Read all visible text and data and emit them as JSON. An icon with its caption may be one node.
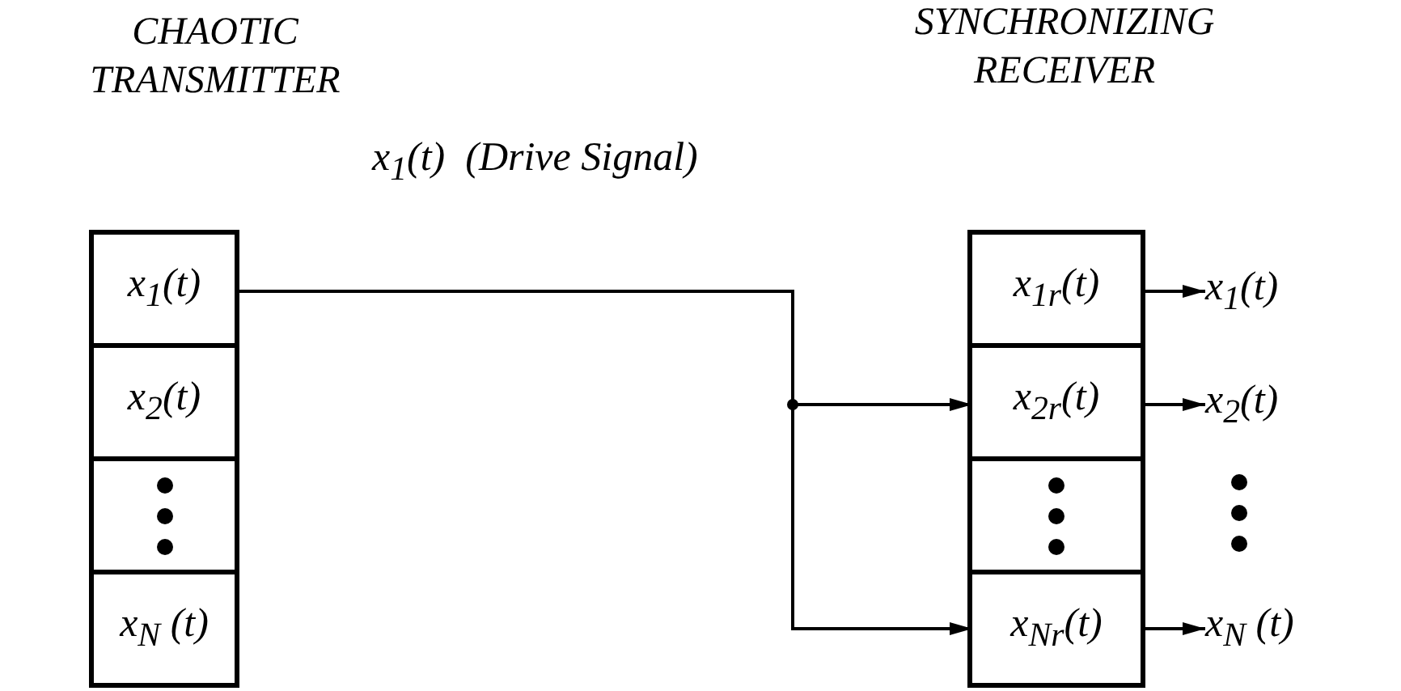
{
  "diagram": {
    "nodes": [
      {
        "text": [
          "CHAOTIC TRANSMITTER"
        ]
      },
      {
        "text": [
          "x$_{1}$(t)"
        ],
        "in": 0
      },
      {
        "text": [
          "x$_{2}$(t)"
        ],
        "in": 0
      },
      {
        "text": [],
        "shape": "box",
        "in": 0
      },
      {
        "text": [
          "x$_{N}$ (t)"
        ],
        "in": 0
      },
      {
        "text": [
          "SYNCHRONIZING RECEIVER"
        ]
      },
      {
        "text": [
          "x$_{1r}$(t)"
        ],
        "in": 5
      },
      {
        "text": [
          "x$_{2r}$(t)"
        ],
        "in": 5
      },
      {
        "text": [],
        "shape": "box",
        "in": 5
      },
      {
        "text": [
          "x$_{Nr}$(t)"
        ],
        "in": 5
      },
      {
        "text": [
          "x$_{1}$(t)"
        ]
      },
      {
        "text": [
          "x$_{2}$(t)"
        ]
      },
      {
        "text": [
          "x$_{N}$ (t)"
        ]
      }
    ],
    "edges": [
      {
        "from": 1,
        "to": 7,
        "arrow": "to",
        "label": "x$_{1}$(t)  (Drive Signal)"
      },
      {
        "from": 1,
        "to": 9,
        "arrow": "to"
      },
      {
        "from": 6,
        "to": 10,
        "arrow": "to"
      },
      {
        "from": 7,
        "to": 11,
        "arrow": "to"
      },
      {
        "from": 9,
        "to": 12,
        "arrow": "to"
      }
    ]
  }
}
